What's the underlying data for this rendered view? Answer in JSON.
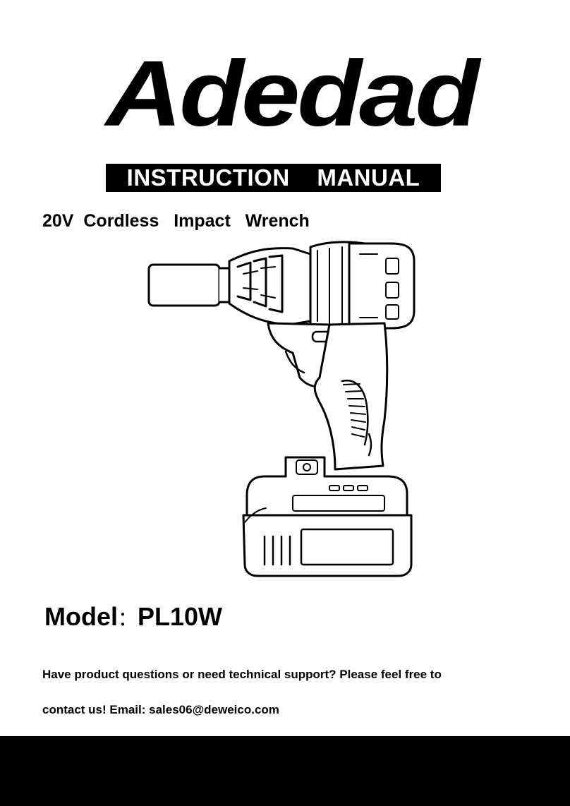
{
  "brand": {
    "name": "Adedad"
  },
  "header": {
    "title_part1": "INSTRUCTION",
    "title_part2": "MANUAL",
    "subtitle": "20V  Cordless   Impact   Wrench"
  },
  "product": {
    "illustration_icon": "impact-wrench-illustration",
    "model_label": "Model",
    "model_separator": "：",
    "model_value": "PL10W"
  },
  "support": {
    "line1": "Have product questions or need technical support? Please feel free to",
    "line2": "contact us! Email: sales06@deweico.com"
  },
  "colors": {
    "ink": "#000000",
    "paper": "#ffffff"
  }
}
